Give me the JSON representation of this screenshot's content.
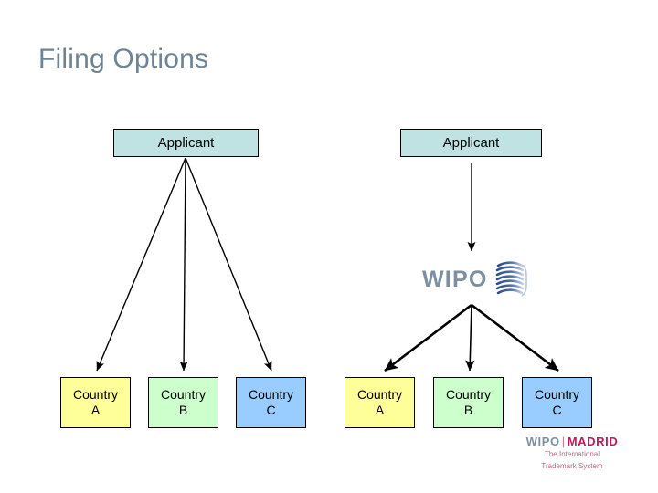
{
  "slide": {
    "title": "Filing Options",
    "title_color": "#6e8494",
    "background": "#ffffff"
  },
  "colors": {
    "applicant_fill": "#bfe2e3",
    "country_a_fill": "#ffff99",
    "country_b_fill": "#ccffcc",
    "country_c_fill": "#99ccff",
    "border": "#000000",
    "arrow": "#000000",
    "wipo_blue_gray": "#7d8fa0",
    "madrid_crimson": "#c2185b"
  },
  "left_option": {
    "source": {
      "label": "Applicant"
    },
    "targets": [
      {
        "line1": "Country",
        "line2": "A",
        "fill": "#ffff99"
      },
      {
        "line1": "Country",
        "line2": "B",
        "fill": "#ccffcc"
      },
      {
        "line1": "Country",
        "line2": "C",
        "fill": "#99ccff"
      }
    ]
  },
  "right_option": {
    "source": {
      "label": "Applicant"
    },
    "hub": {
      "label": "WIPO",
      "emblem": "wipo-coil-emblem"
    },
    "targets": [
      {
        "line1": "Country",
        "line2": "A",
        "fill": "#ffff99"
      },
      {
        "line1": "Country",
        "line2": "B",
        "fill": "#ccffcc"
      },
      {
        "line1": "Country",
        "line2": "C",
        "fill": "#99ccff"
      }
    ]
  },
  "footer_logo": {
    "brand": "WIPO",
    "separator": "|",
    "product": "MADRID",
    "tagline_line1": "The International",
    "tagline_line2": "Trademark System"
  }
}
